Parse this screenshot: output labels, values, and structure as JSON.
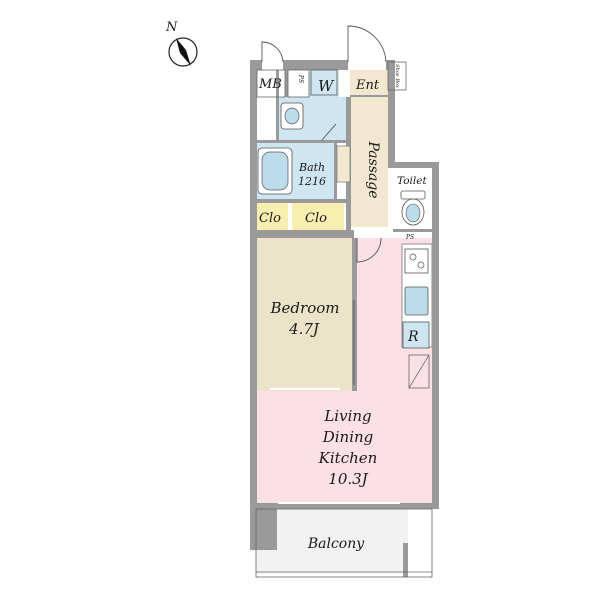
{
  "compass": {
    "north_label": "N"
  },
  "rooms": {
    "mb": "MB",
    "ps_top": "PS",
    "washroom": "W",
    "entrance": "Ent",
    "shoe_box": "Shoe Box",
    "passage": "Passage",
    "bath": {
      "name": "Bath",
      "size": "1216"
    },
    "toilet": "Toilet",
    "ps_bottom": "PS",
    "closet_1": "Clo",
    "closet_2": "Clo",
    "refrigerator": "R",
    "bedroom": {
      "name": "Bedroom",
      "size": "4.7J"
    },
    "ldk": {
      "line1": "Living",
      "line2": "Dining",
      "line3": "Kitchen",
      "size": "10.3J"
    },
    "balcony": "Balcony"
  },
  "colors": {
    "wall": "#9a9a9a",
    "washroom_bath": "#cfe6f2",
    "fixture_blue": "#bcdcec",
    "passage": "#f1e8cf",
    "closet": "#f7efb0",
    "bedroom": "#ece4c8",
    "ldk": "#fbe1e6",
    "balcony": "#f2f2f2"
  }
}
